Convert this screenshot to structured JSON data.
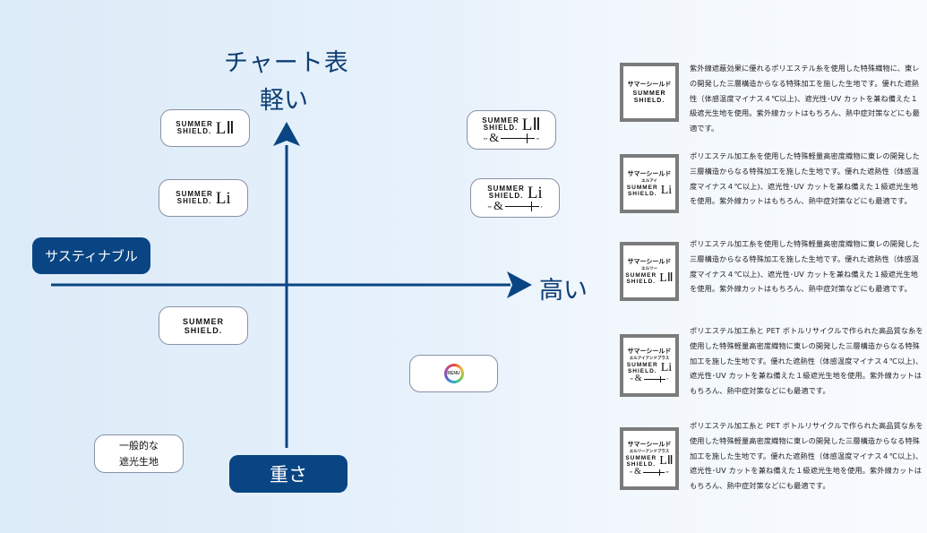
{
  "title": "チャート表",
  "axes": {
    "top_label": "軽い",
    "bottom_label": "重さ",
    "right_label": "高い",
    "left_label": "サスティナブル",
    "color": "#0a4583"
  },
  "chart_items": [
    {
      "id": "ss-l2",
      "brand_top": "SUMMER",
      "brand_bottom": "SHIELD.",
      "mark": "LⅡ",
      "amp": false,
      "quadrant": "top-left"
    },
    {
      "id": "ss-li",
      "brand_top": "SUMMER",
      "brand_bottom": "SHIELD.",
      "mark": "Li",
      "amp": false,
      "quadrant": "top-left"
    },
    {
      "id": "ss-l2-amp",
      "brand_top": "SUMMER",
      "brand_bottom": "SHIELD.",
      "mark": "LⅡ",
      "amp": true,
      "quadrant": "top-right"
    },
    {
      "id": "ss-li-amp",
      "brand_top": "SUMMER",
      "brand_bottom": "SHIELD.",
      "mark": "Li",
      "amp": true,
      "quadrant": "top-right"
    },
    {
      "id": "ss",
      "brand_top": "SUMMER",
      "brand_bottom": "SHIELD.",
      "mark": "",
      "amp": false,
      "quadrant": "bottom-left"
    },
    {
      "id": "renu",
      "logo_text": "RENU",
      "quadrant": "bottom-right"
    },
    {
      "id": "general",
      "line1": "一般的な",
      "line2": "遮光生地",
      "quadrant": "bottom-left-outside"
    }
  ],
  "amp_symbol": "&",
  "descriptions": [
    {
      "name_jp": "サマーシールド",
      "sub_jp": "",
      "brand_top": "SUMMER",
      "brand_bottom": "SHIELD.",
      "mark": "",
      "amp": false,
      "text": "紫外線遮蔽効果に優れるポリエステル糸を使用した特殊織物に、東レの開発した三層構造からなる特殊加工を施した生地です。優れた遮熱性（体感温度マイナス４℃以上)、遮光性･UV カットを兼ね備えた１級遮光生地を使用。紫外線カットはもちろん、熱中症対策などにも最適です。"
    },
    {
      "name_jp": "サマーシールド",
      "sub_jp": "エルアイ",
      "brand_top": "SUMMER",
      "brand_bottom": "SHIELD.",
      "mark": "Li",
      "amp": false,
      "text": "ポリエステル加工糸を使用した特殊軽量高密度織物に東レの開発した三層構造からなる特殊加工を施した生地です。優れた遮熱性（体感温度マイナス４℃以上)、遮光性･UV カットを兼ね備えた１級遮光生地を使用。紫外線カットはもちろん、熱中症対策などにも最適です。"
    },
    {
      "name_jp": "サマーシールド",
      "sub_jp": "エルツー",
      "brand_top": "SUMMER",
      "brand_bottom": "SHIELD.",
      "mark": "LⅡ",
      "amp": false,
      "text": "ポリエステル加工糸を使用した特殊軽量高密度織物に東レの開発した三層構造からなる特殊加工を施した生地です。優れた遮熱性（体感温度マイナス４℃以上)、遮光性･UV カットを兼ね備えた１級遮光生地を使用。紫外線カットはもちろん、熱中症対策などにも最適です。"
    },
    {
      "name_jp": "サマーシールド",
      "sub_jp": "エルアイアンドプラス",
      "brand_top": "SUMMER",
      "brand_bottom": "SHIELD.",
      "mark": "Li",
      "amp": true,
      "text": "ポリエステル加工糸と PET ボトルリサイクルで作られた高品質な糸を使用した特殊軽量高密度織物に東レの開発した三層構造からなる特殊加工を施した生地です。優れた遮熱性（体感温度マイナス４℃以上)、遮光性･UV カットを兼ね備えた１級遮光生地を使用。紫外線カットはもちろん、熱中症対策などにも最適です。"
    },
    {
      "name_jp": "サマーシールド",
      "sub_jp": "エルツーアンドプラス",
      "brand_top": "SUMMER",
      "brand_bottom": "SHIELD.",
      "mark": "LⅡ",
      "amp": true,
      "text": "ポリエステル加工糸と PET ボトルリサイクルで作られた高品質な糸を使用した特殊軽量高密度織物に東レの開発した三層構造からなる特殊加工を施した生地です。優れた遮熱性（体感温度マイナス４℃以上)、遮光性･UV カットを兼ね備えた１級遮光生地を使用。紫外線カットはもちろん、熱中症対策などにも最適です。"
    }
  ]
}
